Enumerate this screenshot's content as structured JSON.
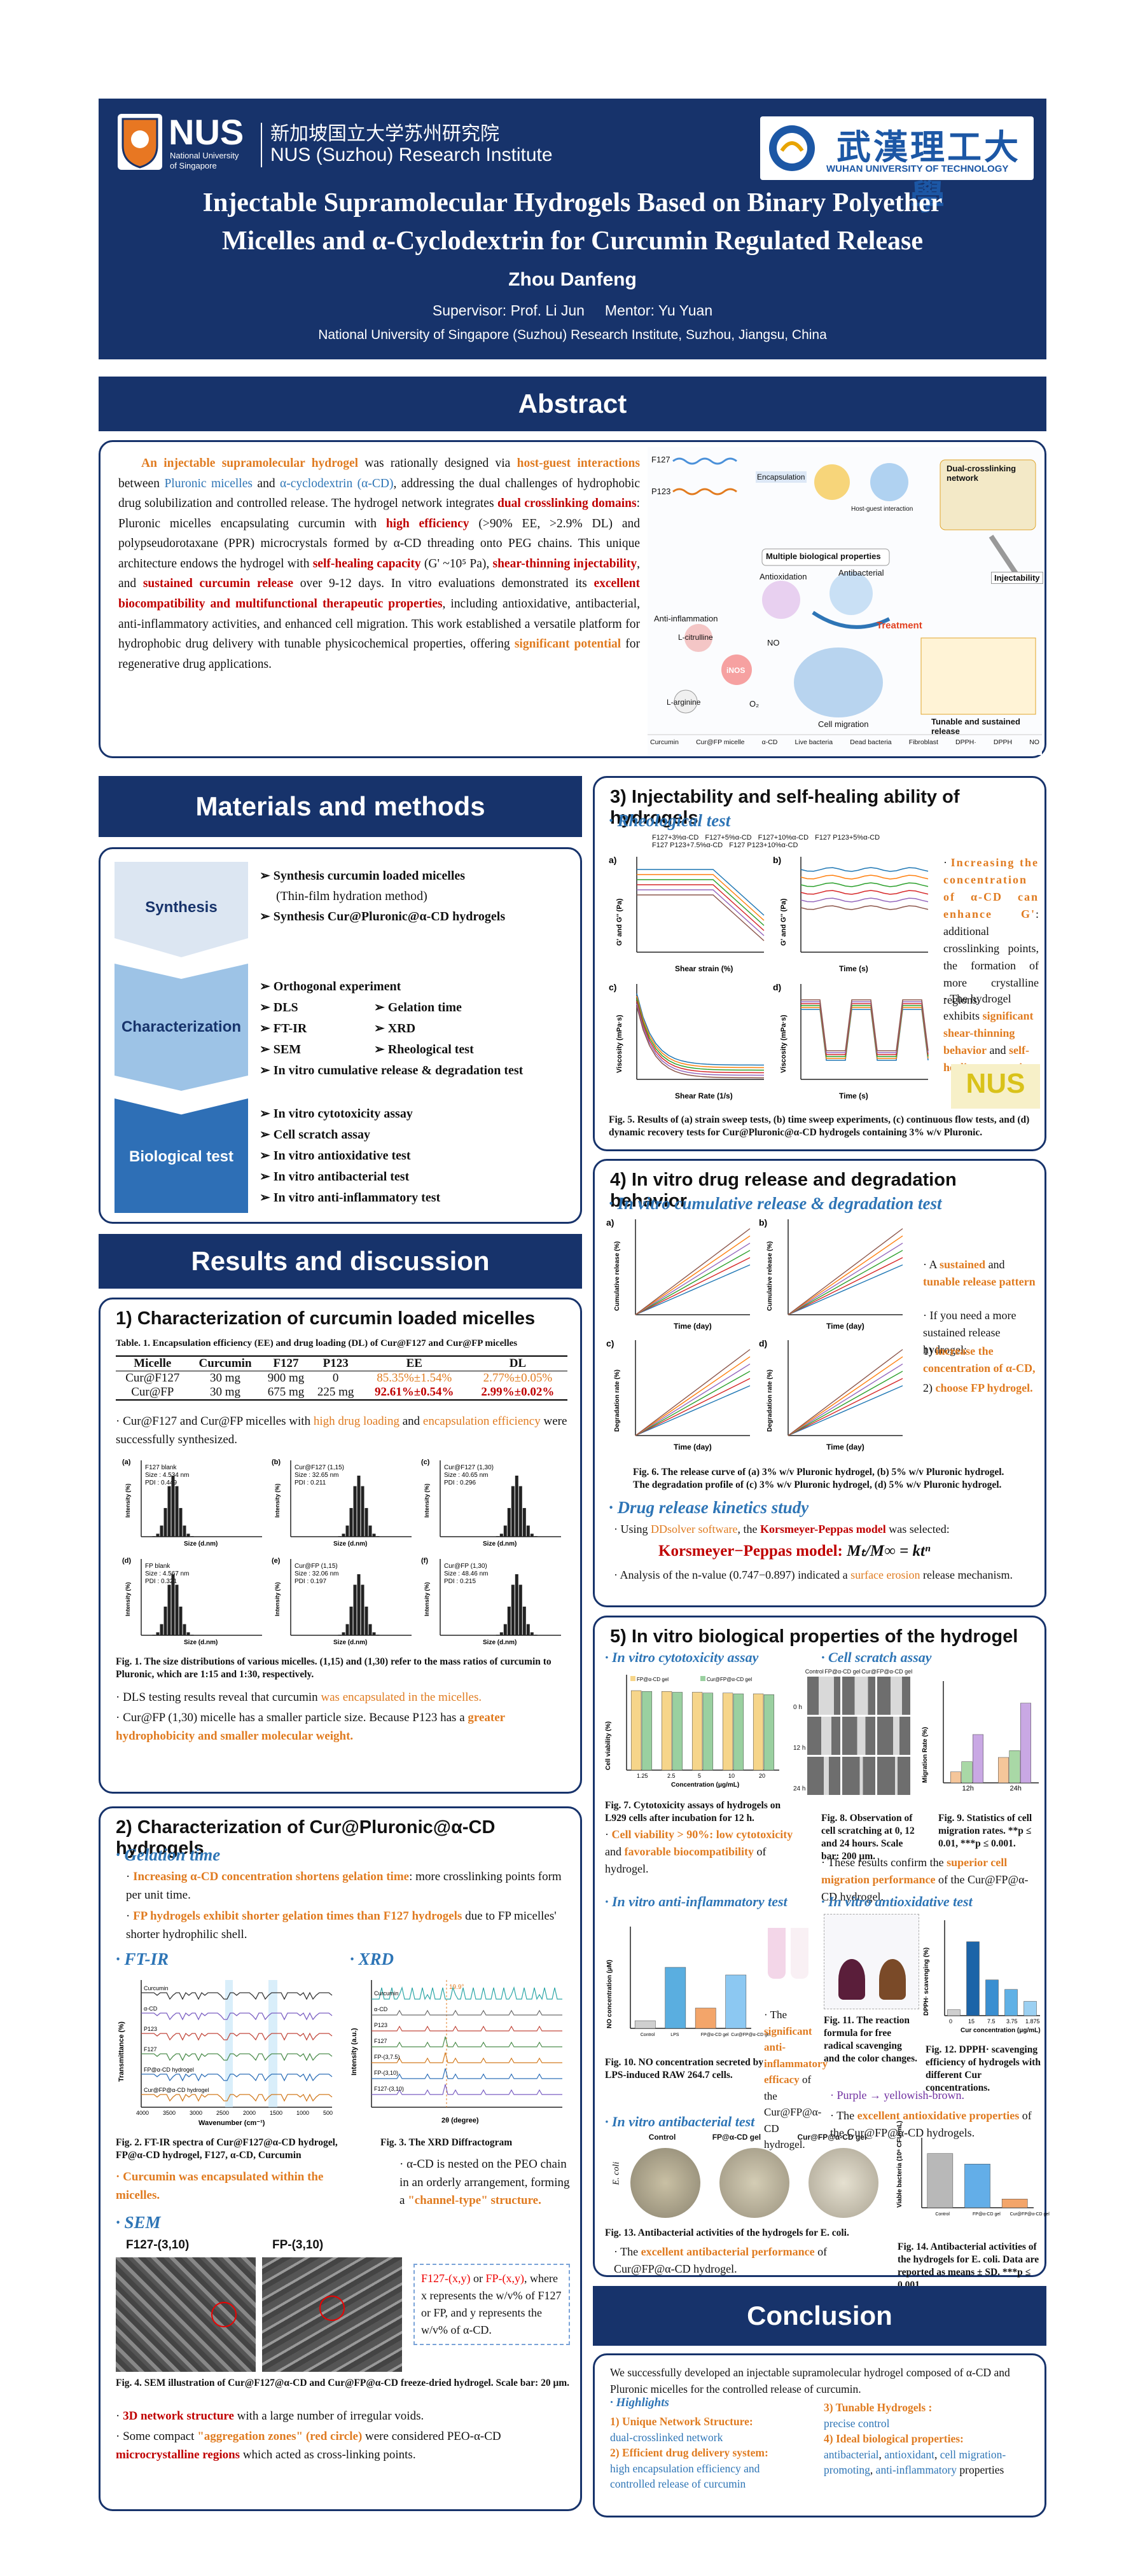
{
  "header": {
    "nus_logo": "NUS",
    "nus_sub1": "National University",
    "nus_sub2": "of Singapore",
    "nus_cn": "新加坡国立大学苏州研究院",
    "nus_en": "NUS (Suzhou) Research Institute",
    "whut_cn": "武漢理工大學",
    "whut_en": "WUHAN UNIVERSITY OF TECHNOLOGY",
    "title1": "Injectable Supramolecular Hydrogels Based on Binary Polyether",
    "title2": "Micelles and α-Cyclodextrin for Curcumin Regulated Release",
    "author": "Zhou Danfeng",
    "supervisor": "Supervisor: Prof. Li Jun     Mentor: Yu Yuan",
    "affil": "National University of Singapore (Suzhou) Research Institute, Suzhou, Jiangsu, China"
  },
  "abstract": {
    "bar": "Abstract",
    "t1": "An injectable supramolecular hydrogel",
    "t2": " was rationally designed via ",
    "t3": "host-guest interactions",
    "t4": " between ",
    "t5": "Pluronic micelles",
    "t6": " and ",
    "t7": "α-cyclodextrin (α-CD)",
    "t8": ", addressing the dual challenges of hydrophobic drug solubilization and controlled release. The hydrogel network integrates ",
    "t9": "dual crosslinking domains",
    "t10": ": Pluronic micelles encapsulating curcumin with ",
    "t11": "high efficiency",
    "t12": " (>90% EE, >2.9% DL) and polypseudorotaxane (PPR) microcrystals formed by α-CD threading onto PEG chains. This unique architecture endows the hydrogel with ",
    "t13": "self-healing capacity",
    "t14": " (G' ~10⁵ Pa), ",
    "t15": "shear-thinning injectability",
    "t16": ", and ",
    "t17": "sustained curcumin release",
    "t18": " over 9-12 days. In vitro evaluations demonstrated its ",
    "t19": "excellent biocompatibility and multifunctional therapeutic properties",
    "t20": ", including antioxidative, antibacterial, anti-inflammatory activities, and enhanced cell migration. This work established a versatile platform for hydrophobic drug delivery with tunable physicochemical properties, offering ",
    "t21": "significant potential",
    "t22": " for regenerative drug applications.",
    "g_f127": "F127",
    "g_p123": "P123",
    "g_encap": "Encapsulation",
    "g_host": "Host-guest interaction",
    "g_dual": "Dual-crosslinking network",
    "g_inject": "Injectability",
    "g_multi": "Multiple biological properties",
    "g_antiox": "Antioxidation",
    "g_antibac": "Antibacterial",
    "g_anti": "Anti-inflammation",
    "g_treat": "Treatment",
    "g_cit": "L-citrulline",
    "g_arg": "L-arginine",
    "g_inos": "iNOS",
    "g_no": "NO",
    "g_o2": "O₂",
    "g_mig": "Cell migration",
    "g_tun": "Tunable and sustained release",
    "legend": [
      "Curcumin",
      "Cur@FP micelle",
      "α-CD",
      "Live bacteria",
      "Dead bacteria",
      "Fibroblast",
      "DPPH·",
      "DPPH",
      "NO"
    ]
  },
  "methods": {
    "bar": "Materials and methods",
    "syn": "Synthesis",
    "syn1": "Synthesis curcumin loaded micelles",
    "syn2": "(Thin-film hydration method)",
    "syn3": "Synthesis Cur@Pluronic@α-CD hydrogels",
    "char": "Characterization",
    "c1": "Orthogonal experiment",
    "c2": "DLS",
    "c3": "Gelation time",
    "c4": "FT-IR",
    "c5": "XRD",
    "c6": "SEM",
    "c7": "Rheological test",
    "c8": "In vitro cumulative release & degradation test",
    "bio": "Biological test",
    "b1": "In vitro cytotoxicity assay",
    "b2": "Cell scratch assay",
    "b3": "In vitro antioxidative test",
    "b4": "In vitro antibacterial test",
    "b5": "In vitro anti-inflammatory test"
  },
  "results": {
    "bar": "Results and discussion"
  },
  "s1": {
    "title": "1) Characterization of curcumin loaded micelles",
    "tcap": "Table. 1. Encapsulation efficiency (EE) and drug loading (DL) of Cur@F127 and Cur@FP micelles",
    "headers": [
      "Micelle",
      "Curcumin",
      "F127",
      "P123",
      "EE",
      "DL"
    ],
    "rows": [
      [
        "Cur@F127",
        "30 mg",
        "900 mg",
        "0",
        "85.35%±1.54%",
        "2.77%±0.05%"
      ],
      [
        "Cur@FP",
        "30 mg",
        "675 mg",
        "225 mg",
        "92.61%±0.54%",
        "2.99%±0.02%"
      ]
    ],
    "b1a": "Cur@F127 and Cur@FP micelles with ",
    "b1b": "high drug loading",
    "b1c": " and ",
    "b1d": "encapsulation efficiency",
    "b1e": " were successfully synthesized.",
    "dls": [
      {
        "l": "(a)",
        "n": "F127 blank",
        "s": "Size : 4.534 nm",
        "p": "PDI : 0.449"
      },
      {
        "l": "(b)",
        "n": "Cur@F127 (1,15)",
        "s": "Size : 32.65 nm",
        "p": "PDI : 0.211"
      },
      {
        "l": "(c)",
        "n": "Cur@F127 (1,30)",
        "s": "Size : 40.65 nm",
        "p": "PDI : 0.296"
      },
      {
        "l": "(d)",
        "n": "FP blank",
        "s": "Size : 4.567 nm",
        "p": "PDI : 0.321"
      },
      {
        "l": "(e)",
        "n": "Cur@FP (1,15)",
        "s": "Size : 32.06 nm",
        "p": "PDI : 0.197"
      },
      {
        "l": "(f)",
        "n": "Cur@FP (1,30)",
        "s": "Size : 48.46 nm",
        "p": "PDI : 0.215"
      }
    ],
    "dls_x": "Size (d.nm)",
    "dls_y": "Intensity (%)",
    "fcap": "Fig. 1. The size distributions of various micelles. (1,15) and (1,30) refer to the mass ratios of curcumin to Pluronic, which are 1:15 and 1:30, respectively.",
    "b2a": "DLS testing results reveal that curcumin ",
    "b2b": "was encapsulated in the micelles.",
    "b3a": "Cur@FP (1,30) micelle has a smaller particle size. Because P123 has a ",
    "b3b": "greater hydrophobicity and smaller molecular weight."
  },
  "s2": {
    "title": "2) Characterization of Cur@Pluronic@α-CD hydrogels",
    "gel": "Gelation time",
    "g1a": "Increasing α-CD concentration shortens gelation time",
    "g1b": ": more crosslinking points form per unit time.",
    "g2a": "FP hydrogels exhibit shorter gelation times than F127 hydrogels",
    "g2b": " due to FP micelles' shorter hydrophilic shell.",
    "ftir": "FT-IR",
    "xrd": "XRD",
    "ftir_y": "Transmittance (%)",
    "ftir_x": "Wavenumber (cm⁻¹)",
    "ftir_ticks": [
      "4000",
      "3500",
      "3000",
      "2500",
      "2000",
      "1500",
      "1000",
      "500"
    ],
    "ftir_lab": [
      "Curcumin",
      "α-CD",
      "P123",
      "F127",
      "FP@α-CD hydrogel",
      "Cur@FP@α-CD hydrogel"
    ],
    "xrd_y": "Intensity (a.u.)",
    "xrd_x": "2θ (degree)",
    "xrd_lab": [
      "Curcumin",
      "α-CD",
      "P123",
      "F127",
      "FP-(3,7.5)",
      "FP-(3,10)",
      "F127-(3,10)"
    ],
    "xrd_peak": "19.9°",
    "fig2": "Fig. 2. FT-IR spectra of Cur@F127@α-CD hydrogel, FP@α-CD hydrogel, F127, α-CD, Curcumin",
    "fig3": "Fig. 3. The XRD Diffractogram",
    "ftir_note": "Curcumin was encapsulated within the micelles.",
    "xrd_a": "α-CD is nested on the PEO chain in an orderly arrangement, forming a ",
    "xrd_b": "\"channel-type\" structure.",
    "sem": "SEM",
    "sem1": "F127-(3,10)",
    "sem2": "FP-(3,10)",
    "semnote": "F127-(x,y) or FP-(x,y), where x represents the w/v% of F127 or FP, and y represents the w/v% of α-CD.",
    "semnote_a": "F127-(x,y)",
    "semnote_b": " or ",
    "semnote_c": "FP-(x,y)",
    "semnote_d": ", where x represents the w/v% of F127 or FP, and y represents the w/v% of α-CD.",
    "fig4": "Fig. 4. SEM illustration of Cur@F127@α-CD and Cur@FP@α-CD freeze-dried hydrogel. Scale bar: 20 μm.",
    "s1a": "3D network structure",
    "s1b": " with a large number of irregular voids.",
    "s2a": "Some compact ",
    "s2b": "\"aggregation zones\" (red circle)",
    "s2c": " were considered PEO-α-CD ",
    "s2d": "microcrystalline regions",
    "s2e": " which acted as cross-linking points."
  },
  "s3": {
    "title": "3) Injectability and self-healing ability of hydrogels",
    "rheo": "Rheological test",
    "leg": [
      "F127+3%α-CD",
      "F127+5%α-CD",
      "F127+10%α-CD",
      "F127 P123+5%α-CD",
      "F127 P123+7.5%α-CD",
      "F127 P123+10%α-CD"
    ],
    "ya": "G' and G'' (Pa)",
    "xa": "Shear strain (%)",
    "xb": "Time (s)",
    "yc": "Viscosity (mPa·s)",
    "xc": "Shear Rate (1/s)",
    "xd": "Time (s)",
    "n1": "Increasing the concentration of α-CD can enhance G'",
    "n1b": ": additional crosslinking points, the formation of more crystalline regions.",
    "n2a": "The hydrogel exhibits ",
    "n2b": "significant shear-thinning behavior",
    "n2c": " and ",
    "n2d": "self-healing properties.",
    "nus": "NUS",
    "fig5": "Fig. 5. Results of (a) strain sweep tests, (b) time sweep experiments, (c) continuous flow tests, and (d) dynamic recovery tests for Cur@Pluronic@α-CD hydrogels containing 3% w/v Pluronic."
  },
  "s4": {
    "title": "4) In vitro drug release and degradation behavior",
    "sub": "In vitro cumulative release & degradation test",
    "ya": "Cumulative release (%)",
    "yc": "Degradation rate (%)",
    "x": "Time (day)",
    "n1a": "A ",
    "n1b": "sustained",
    "n1c": " and ",
    "n1d": "tunable release pattern",
    "n2": "If you need a more sustained release hydrogel:",
    "n3a": "1) ",
    "n3b": "increase the concentration of α-CD,",
    "n4a": "2) ",
    "n4b": "choose FP hydrogel.",
    "fig6": "Fig. 6. The release curve of (a) 3% w/v Pluronic hydrogel, (b) 5% w/v Pluronic hydrogel. The degradation profile of (c) 3% w/v Pluronic hydrogel, (d) 5% w/v Pluronic hydrogel.",
    "kin": "Drug release kinetics study",
    "k1a": "Using ",
    "k1b": "DDsolver software",
    "k1c": ", the ",
    "k1d": "Korsmeyer-Peppas model",
    "k1e": " was selected:",
    "model": "Korsmeyer−Peppas model:",
    "formula": "Mₜ/M∞ = ktⁿ",
    "k2a": "Analysis of the n-value (0.747−0.897) indicated a ",
    "k2b": "surface erosion",
    "k2c": " release mechanism."
  },
  "s5": {
    "title": "5) In vitro biological properties of the hydrogel",
    "cyto": "In vitro cytotoxicity assay",
    "scr": "Cell scratch assay",
    "cyto_y": "Cell viability (%)",
    "cyto_x": "Concentration (μg/mL)",
    "cyto_cats": [
      "1.25",
      "2.5",
      "5",
      "10",
      "20"
    ],
    "scr_cols": [
      "Control",
      "FP@α-CD gel",
      "Cur@FP@α-CD gel"
    ],
    "scr_rows": [
      "0 h",
      "12 h",
      "24 h"
    ],
    "mig_y": "Migration Rate (%)",
    "mig_cats": [
      "12h",
      "24h"
    ],
    "fig7": "Fig. 7. Cytotoxicity assays of hydrogels on L929 cells after incubation for 12 h.",
    "fig8": "Fig. 8. Observation of cell scratching at 0, 12 and 24 hours. Scale bar: 200 μm.",
    "fig9": "Fig. 9. Statistics of cell migration rates. **p ≤ 0.01, ***p ≤ 0.001.",
    "c1a": "Cell viability > 90%: low cytotoxicity",
    "c1b": " and ",
    "c1c": "favorable biocompatibility",
    "c1d": " of hydrogel.",
    "c2a": "These results confirm the ",
    "c2b": "superior cell migration performance",
    "c2c": " of the Cur@FP@α-CD hydrogel.",
    "anti": "In vitro anti-inflammatory test",
    "antiox": "In vitro antioxidative test",
    "no_y": "NO concentration (μM)",
    "lps": "LPS",
    "fig10": "Fig. 10. NO concentration secreted by LPS-induced RAW 264.7 cells.",
    "fig11": "Fig. 11. The reaction formula for free radical scavenging and the color changes.",
    "fig12": "Fig. 12. DPPH· scavenging efficiency of hydrogels with different Cur concentrations.",
    "dpph_y": "DPPH· scavenging (%)",
    "dpph_x": "Cur concentration (μg/mL)",
    "dpph_cats": [
      "0",
      "15",
      "7.5",
      "3.75",
      "1.875"
    ],
    "i1a": "The ",
    "i1b": "significant anti-inflammatory efficacy",
    "i1c": " of the Cur@FP@α-CD hydrogel.",
    "o1a": "Purple → yellowish-brown.",
    "o2a": "The ",
    "o2b": "excellent antioxidative properties",
    "o2c": " of the Cur@FP@α-CD hydrogels.",
    "antib": "In vitro antibacterial test",
    "ecoli": "E. coli",
    "dish": [
      "Control",
      "FP@α-CD gel",
      "Cur@FP@α-CD gel"
    ],
    "fig13": "Fig. 13. Antibacterial activities of the hydrogels for E. coli.",
    "fig14": "Fig. 14. Antibacterial activities of the hydrogels for E. coli. Data are reported as means ± SD. ***p ≤ 0.001.",
    "ab_y": "Viable bacteria (10⁶ CFU/mL)",
    "ab1a": "The ",
    "ab1b": "excellent antibacterial performance",
    "ab1c": " of Cur@FP@α-CD hydrogel."
  },
  "conclusion": {
    "bar": "Conclusion",
    "p": "We successfully developed an injectable supramolecular hydrogel composed of α-CD and Pluronic micelles for the controlled release of curcumin.",
    "hl": "Highlights",
    "h1": "1) Unique Network Structure:",
    "h1b": "dual-crosslinked network",
    "h2": "2) Efficient drug delivery system:",
    "h2b": "high encapsulation efficiency and controlled release of curcumin",
    "h3": "3) Tunable Hydrogels :",
    "h3b": "precise control",
    "h4": "4) Ideal biological properties:",
    "h4b1": "antibacterial",
    "h4b2": "antioxidant",
    "h4b3": "cell migration-promoting",
    "h4b4": "anti-inflammatory",
    "h4c": " properties"
  },
  "chart_data": [
    {
      "type": "bar",
      "categories": [
        "1.25",
        "2.5",
        "5",
        "10",
        "20"
      ],
      "series": [
        {
          "name": "FP@α-CD gel",
          "values": [
            100,
            99,
            98,
            97,
            96
          ]
        },
        {
          "name": "Cur@FP@α-CD gel",
          "values": [
            99,
            98,
            97,
            96,
            95
          ]
        }
      ],
      "ylim": [
        0,
        120
      ],
      "title": "",
      "xlabel": "Concentration (μg/mL)",
      "ylabel": "Cell viability (%)"
    },
    {
      "type": "bar",
      "categories": [
        "12h",
        "24h"
      ],
      "series": [
        {
          "name": "Control",
          "values": [
            13,
            30
          ]
        },
        {
          "name": "FP@α-CD gel",
          "values": [
            25,
            38
          ]
        },
        {
          "name": "Cur@FP@α-CD gel",
          "values": [
            57,
            94
          ]
        }
      ],
      "ylim": [
        0,
        120
      ],
      "ylabel": "Migration Rate (%)"
    },
    {
      "type": "bar",
      "categories": [
        "Control",
        "LPS",
        "FP@α-CD gel",
        "Cur@FP@α-CD gel"
      ],
      "values": [
        3,
        24,
        8,
        21
      ],
      "ylim": [
        0,
        40
      ],
      "ylabel": "NO concentration (μM)"
    },
    {
      "type": "bar",
      "categories": [
        "0",
        "15",
        "7.5",
        "3.75",
        "1.875"
      ],
      "values": [
        5,
        62,
        30,
        22,
        12
      ],
      "ylim": [
        0,
        80
      ],
      "xlabel": "Cur concentration (μg/mL)",
      "ylabel": "DPPH· scavenging (%)"
    },
    {
      "type": "bar",
      "categories": [
        "Control",
        "FP@α-CD gel",
        "Cur@FP@α-CD gel"
      ],
      "values": [
        6.2,
        5.0,
        1.0
      ],
      "ylim": [
        0,
        8
      ],
      "ylabel": "Viable bacteria (10⁶ CFU/mL)"
    }
  ]
}
